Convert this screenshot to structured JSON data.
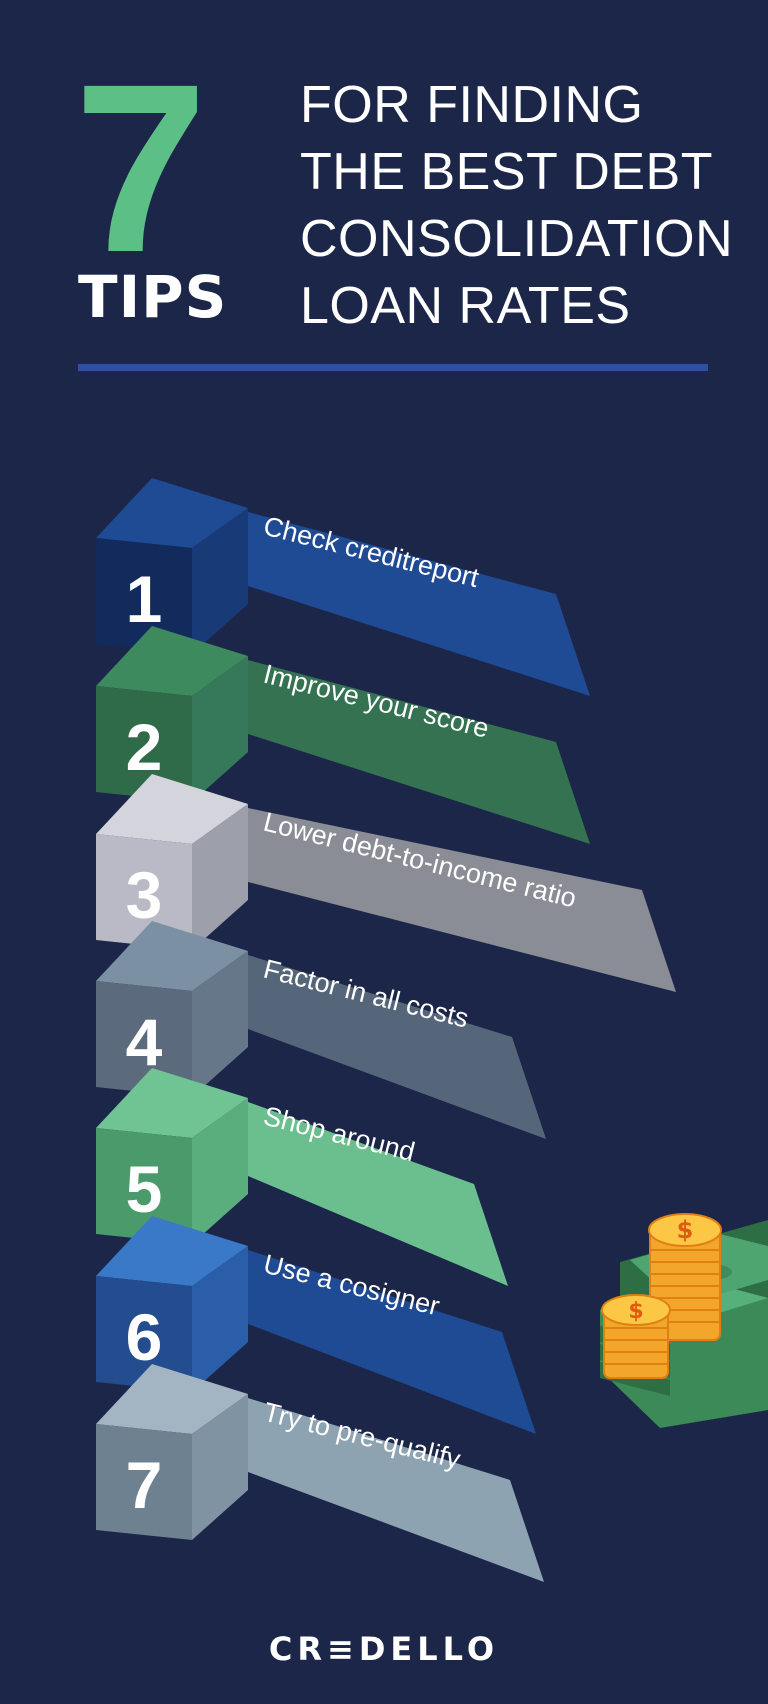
{
  "header": {
    "number": "7",
    "tips_word": "TIPS",
    "lines": [
      "FOR FINDING",
      "THE BEST DEBT",
      "CONSOLIDATION",
      "LOAN RATES"
    ]
  },
  "steps": [
    {
      "num": "1",
      "label": "Check creditreport",
      "front": "#132a5c",
      "top": "#1f4a94",
      "side": "#183b78",
      "ribbon": "#1f4a94"
    },
    {
      "num": "2",
      "label": "Improve your score",
      "front": "#2f6b48",
      "top": "#3d8a5e",
      "side": "#35795a",
      "ribbon": "#347251"
    },
    {
      "num": "3",
      "label": "Lower debt-to-income ratio",
      "front": "#b9bac5",
      "top": "#d3d4dc",
      "side": "#9d9fab",
      "ribbon": "#8a8c96"
    },
    {
      "num": "4",
      "label": "Factor in all costs",
      "front": "#5b6a7c",
      "top": "#7b90a3",
      "side": "#66778a",
      "ribbon": "#56667a"
    },
    {
      "num": "5",
      "label": "Shop around",
      "front": "#4b9a6c",
      "top": "#70c493",
      "side": "#5aae7e",
      "ribbon": "#6bbf8e"
    },
    {
      "num": "6",
      "label": "Use a cosigner",
      "front": "#234d8f",
      "top": "#3a78c8",
      "side": "#2b5ea9",
      "ribbon": "#1f4a94"
    },
    {
      "num": "7",
      "label": "Try to pre-qualify",
      "front": "#6e8191",
      "top": "#a3b5c3",
      "side": "#7f93a3",
      "ribbon": "#8ea3b2"
    }
  ],
  "brand": {
    "name": "CR≡DELLO"
  }
}
